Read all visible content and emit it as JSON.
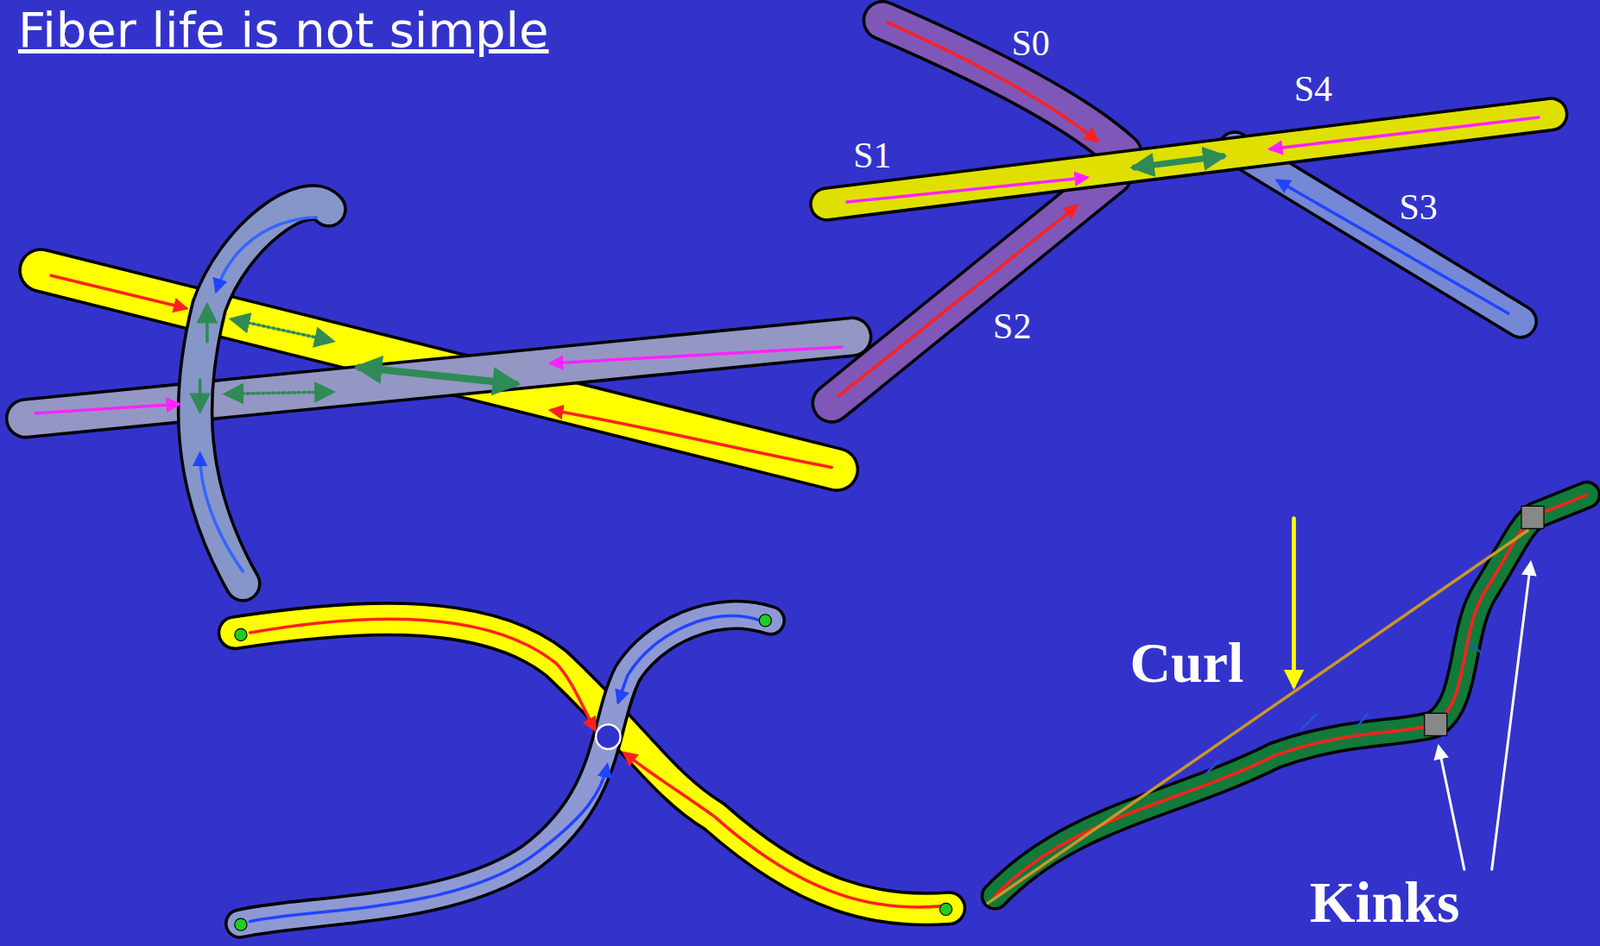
{
  "diagram": {
    "title": "Fiber life is not simple",
    "labels": [
      "S0",
      "S1",
      "S2",
      "S3",
      "S4",
      "Curl",
      "Kinks"
    ]
  }
}
